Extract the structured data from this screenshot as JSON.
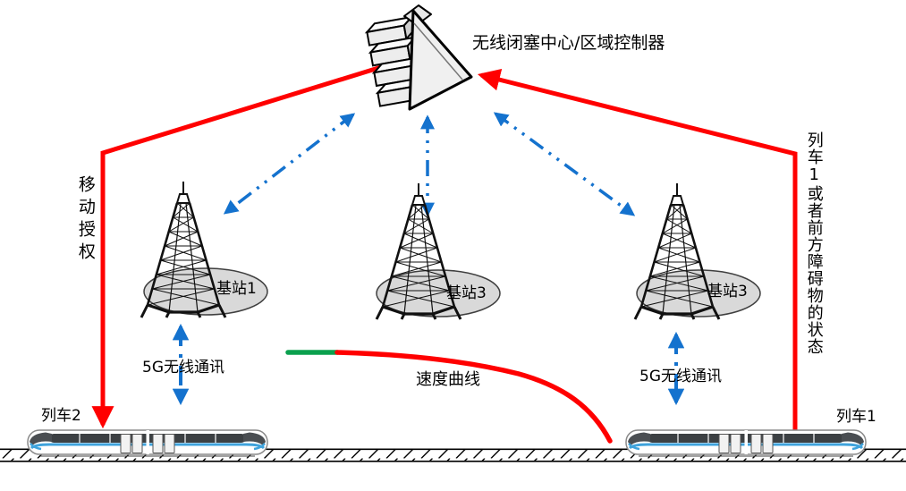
{
  "labels": {
    "controller": "无线闭塞中心/区域控制器",
    "base_station_1": "基站1",
    "base_station_2": "基站3",
    "base_station_3": "基站3",
    "train_left": "列车2",
    "train_right": "列车1",
    "movement_authority": "移动授权",
    "train_status": "列车1或者前方障碍物的状态",
    "g5_left": "5G无线通讯",
    "g5_right": "5G无线通讯",
    "speed_curve": "速度曲线"
  },
  "icons": {
    "controller": "server-3d-icon",
    "base_station": "lattice-tower-icon",
    "ground": "shadow-ellipse",
    "train": "emu-train-icon",
    "track": "hatched-railway-track"
  },
  "colors": {
    "arrow_red": "#FF0000",
    "link_blue": "#1472CE",
    "curve_green": "#0BA04E",
    "ellipse_fill": "#D9D9D9",
    "train_stripe": "#3FA3DC"
  }
}
